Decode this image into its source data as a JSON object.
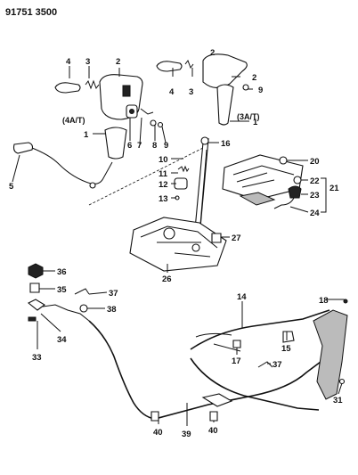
{
  "header": {
    "catalog_number": "91751 3500"
  },
  "notes": {
    "four_speed": "(4A/T)",
    "three_speed": "(3A/T)"
  },
  "callouts": {
    "p1": "1",
    "p2": "2",
    "p3": "3",
    "p4": "4",
    "p5": "5",
    "p6": "6",
    "p7": "7",
    "p8": "8",
    "p9": "9",
    "p10": "10",
    "p11": "11",
    "p12": "12",
    "p13": "13",
    "p14": "14",
    "p15": "15",
    "p16": "16",
    "p17": "17",
    "p18": "18",
    "p20": "20",
    "p21": "21",
    "p22": "22",
    "p23": "23",
    "p24": "24",
    "p26": "26",
    "p27": "27",
    "p31": "31",
    "p33": "33",
    "p34": "34",
    "p35": "35",
    "p36": "36",
    "p37": "37",
    "p38": "38",
    "p39": "39",
    "p40": "40"
  }
}
